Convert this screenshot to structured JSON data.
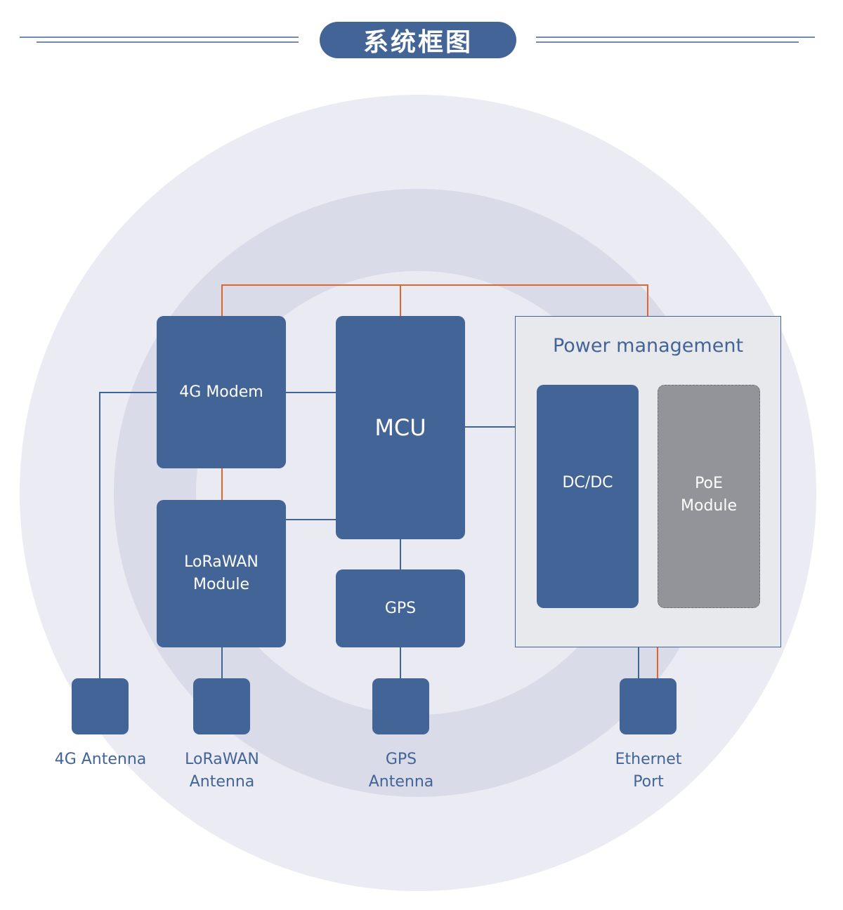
{
  "header": {
    "title": "系统框图"
  },
  "blocks": {
    "modem": "4G Modem",
    "lora": "LoRaWAN\nModule",
    "mcu": "MCU",
    "gps": "GPS"
  },
  "power": {
    "title": "Power management",
    "dcdc": "DC/DC",
    "poe": "PoE\nModule"
  },
  "ports": {
    "antenna_4g": "4G Antenna",
    "antenna_lora": "LoRaWAN\nAntenna",
    "antenna_gps": "GPS\nAntenna",
    "ethernet": "Ethernet\nPort"
  },
  "colors": {
    "block": "#436497",
    "power_line": "#e0662f",
    "signal_line": "#436497",
    "ring_outer": "#ebebf3",
    "ring_middle": "#d9dbe8",
    "ring_inner": "#e9eaf2",
    "poe_fill": "#929499"
  }
}
